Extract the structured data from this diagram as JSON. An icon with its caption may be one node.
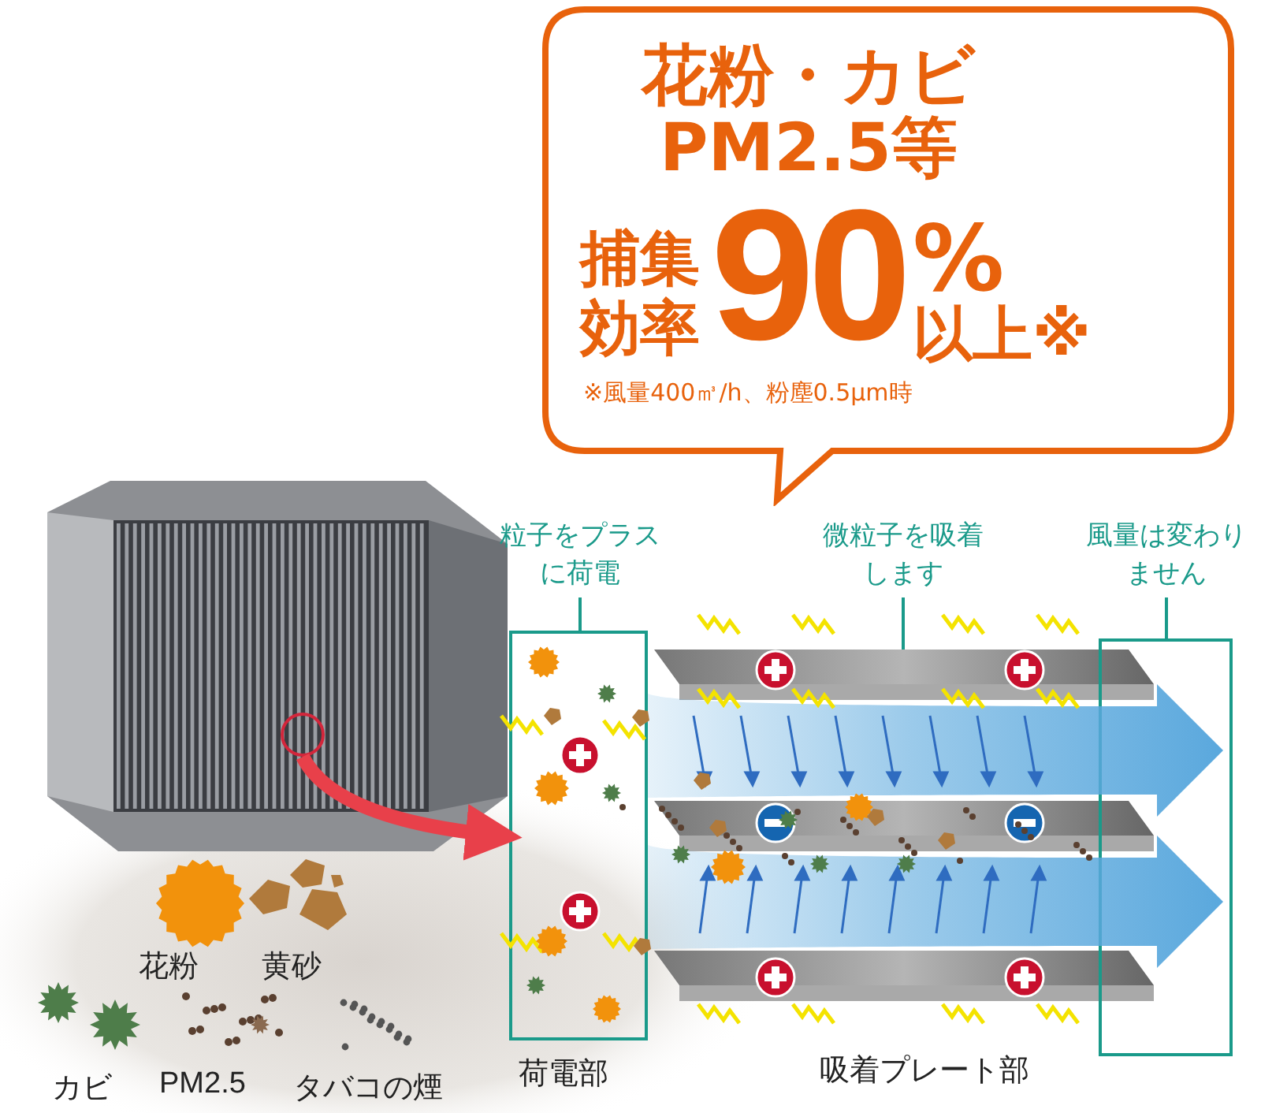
{
  "diagram": {
    "nodes": [
      {
        "text": [
          "花粉・カビPM2.5等",
          "捕集効率",
          "90",
          "%",
          "以上※",
          "※風量400㎥/h、粉塵0.5μm時"
        ]
      },
      {
        "text": [],
        "shape": "picture"
      },
      {
        "text": [],
        "shape": "circle",
        "in": 1
      },
      {
        "text": [
          "粒子をプラスに荷電"
        ]
      },
      {
        "text": [
          "微粒子を吸着します"
        ]
      },
      {
        "text": [
          "風量は変わりません"
        ]
      },
      {
        "text": [],
        "shape": "box",
        "beside": [
          "荷電部"
        ]
      },
      {
        "text": [],
        "shape": "box"
      },
      {
        "text": [],
        "shape": "bar"
      },
      {
        "text": [],
        "shape": "bar"
      },
      {
        "text": [],
        "shape": "bar"
      }
    ],
    "edges": [
      {
        "from": 2,
        "to": 6,
        "arrow": "to",
        "style": "thick",
        "color": "#e8404a"
      },
      {
        "from": 3,
        "to": 6,
        "arrow": "none"
      },
      {
        "from": 4,
        "to": 8,
        "arrow": "none"
      },
      {
        "from": 5,
        "to": 7,
        "arrow": "none"
      },
      {
        "from": 6,
        "to": 7,
        "arrow": "to",
        "style": "thick",
        "color": "#5aa8dd"
      },
      {
        "from": 6,
        "to": 7,
        "arrow": "to",
        "style": "thick",
        "color": "#5aa8dd"
      }
    ],
    "labels": [
      "花粉",
      "黄砂",
      "カビ",
      "PM2.5",
      "タバコの煙",
      "吸着プレート部"
    ]
  }
}
